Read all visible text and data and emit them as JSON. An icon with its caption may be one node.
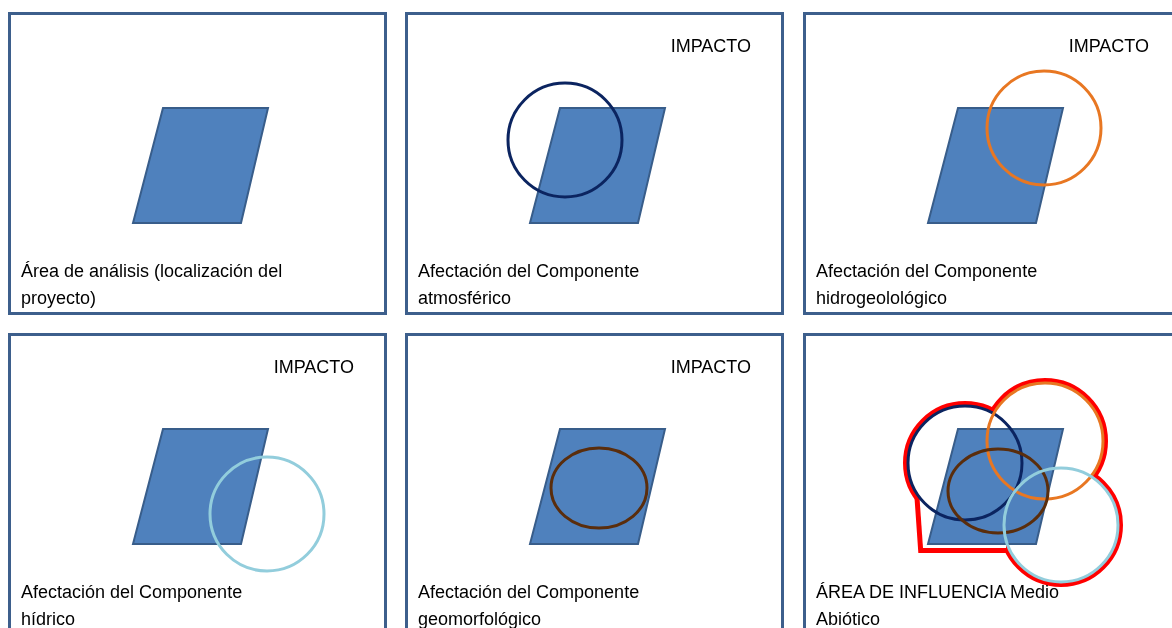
{
  "diagram": {
    "nodes": [
      {
        "text": [
          "Área de análisis (localización del proyecto)"
        ]
      },
      {
        "text": [
          "IMPACTO",
          "Afectación del Componente atmosférico"
        ]
      },
      {
        "text": [
          "IMPACTO",
          "Afectación del Componente hidrogeolológico"
        ]
      },
      {
        "text": [
          "IMPACTO",
          "Afectación del Componente hídrico"
        ]
      },
      {
        "text": [
          "IMPACTO",
          "Afectación del Componente geomorfológico"
        ]
      },
      {
        "text": [
          "ÁREA DE INFLUENCIA Medio Abiótico"
        ]
      }
    ]
  }
}
